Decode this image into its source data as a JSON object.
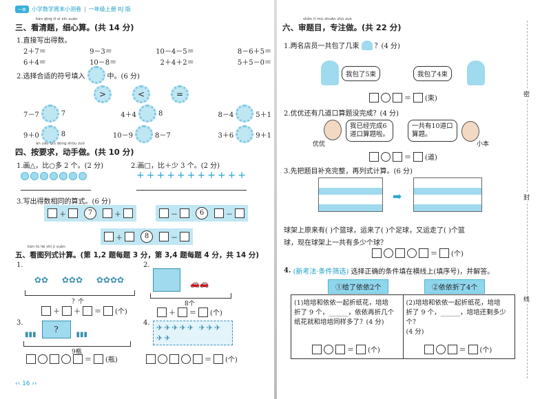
{
  "header": {
    "badge": "一本",
    "title": "小学数学周末小测卷",
    "grade": "一年级上册 RJ 版"
  },
  "s3": {
    "pinyin": "kàn qīng tí     xì xīn suàn",
    "title": "三、看清题，细心算。(共 14 分)",
    "q1": "1.直接写出得数。",
    "row1": [
      "2＋7＝",
      "9－3＝",
      "10－4－5＝",
      "8－6＋5＝"
    ],
    "row2": [
      "6＋4＝",
      "10－8＝",
      "2＋4＋2＝",
      "5＋5－0＝"
    ],
    "q2a": "2.选择合适的符号填入",
    "q2b": "中。(6 分)",
    "signs": [
      ">",
      "<",
      "="
    ],
    "exprs": [
      "7－7",
      "7",
      "4＋4",
      "8",
      "8－4",
      "5＋1",
      "9＋0",
      "8",
      "10－9",
      "8－7",
      "3＋6",
      "9＋1"
    ]
  },
  "s4": {
    "pinyin": "àn yāo qiú   dòng shǒu zuò",
    "title": "四、按要求，动手做。(共 10 分)",
    "q1": "1.画△，比○多 2 个。(2 分)",
    "q2": "2.画□，比＋少 3 个。(2 分)",
    "q3": "3.写出得数相同的算式。(6 分)",
    "n1": "7",
    "n2": "6",
    "n3": "8"
  },
  "s5": {
    "pinyin": "kàn tú liè shì jì  suàn",
    "title": "五、看图列式计算。(第 1,2 题每题 3 分，第 3,4 题每题 4 分，共 14 分)",
    "n1": "1.",
    "n2": "2.",
    "n3": "3.",
    "n4": "4.",
    "q1cap": "？个",
    "q2cap": "8个",
    "q3cap": "9瓶",
    "unit1": "(个)",
    "unit2": "(个)",
    "unit3": "(瓶)",
    "unit4": "(个)",
    "q": "?"
  },
  "s6": {
    "pinyin": "shěn tí mù   zhuān zhù zuò",
    "title": "六、审题目，专注做。(共 22 分)",
    "q1": "1.两名店员一共包了几束",
    "q1pts": "？(4 分)",
    "b1": "我包了5束",
    "b2": "我包了4束",
    "u1": "(束)",
    "q2": "2.优优还有几道口算题没完成？(4 分)",
    "b3": "我已经完成6\n道口算题啦。",
    "b4": "一共有10道口\n算题。",
    "name1": "优优",
    "name2": "小本",
    "u2": "(道)",
    "q3": "3.先把题目补充完整，再列式计算。(6 分)",
    "line1": "球架上原来有(      )个篮球，运来了(     )个足球，又运走了(      )个篮",
    "line2": "球，现在球架上一共有多少个球？",
    "u3": "(个)",
    "q4tag": "(新考法·条件筛选)",
    "q4": "选择正确的条件填在横线上(填序号)，并解答。",
    "c1": "①给了依依2个",
    "c2": "②依依折了4个",
    "t1": "(1)培培和依依一起折纸花，培培\n折了 9 个，______，依依再折几个\n纸花就和培培同样多了？(4 分)",
    "t2": "(2)培培和依依一起折纸花，培培\n折了 9 个，______，培培还剩多少个？\n(4 分)",
    "tu1": "(个)",
    "tu2": "(个)"
  },
  "side": {
    "a": "密",
    "b": "封",
    "c": "线"
  },
  "footer": {
    "page": "16"
  }
}
